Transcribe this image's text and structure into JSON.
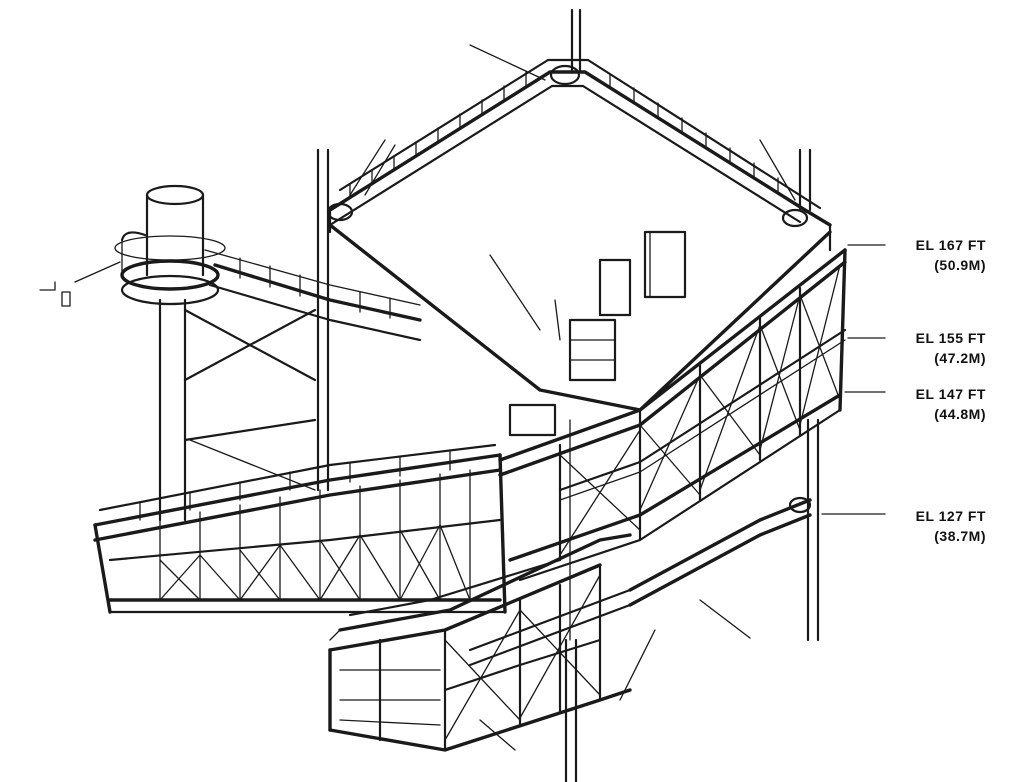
{
  "elevations": [
    {
      "id": "el-167",
      "feet": "EL 167 FT",
      "meters": "(50.9M)"
    },
    {
      "id": "el-155",
      "feet": "EL 155 FT",
      "meters": "(47.2M)"
    },
    {
      "id": "el-147",
      "feet": "EL 147 FT",
      "meters": "(44.8M)"
    },
    {
      "id": "el-127",
      "feet": "EL 127 FT",
      "meters": "(38.7M)"
    }
  ]
}
